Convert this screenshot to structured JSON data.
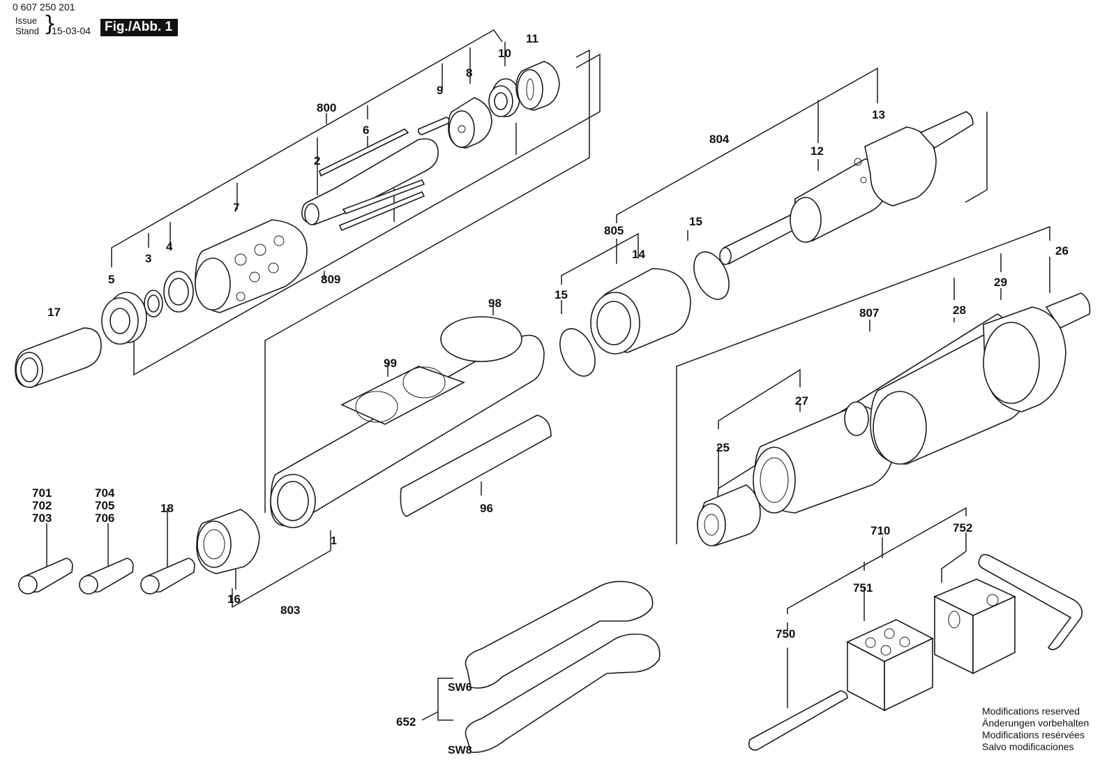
{
  "header": {
    "doc_number": "0 607 250 201",
    "issue_label": "Issue",
    "stand_label": "Stand",
    "date": "15-03-04",
    "figure_label": "Fig./Abb. 1"
  },
  "labels": {
    "p800": "800",
    "p9": "9",
    "p8": "8",
    "p10": "10",
    "p11": "11",
    "p6": "6",
    "p2": "2",
    "p7": "7",
    "p5": "5",
    "p3": "3",
    "p4": "4",
    "p17": "17",
    "p809": "809",
    "p98": "98",
    "p99": "99",
    "p96": "96",
    "p1": "1",
    "p803": "803",
    "p16": "16",
    "p18": "18",
    "p701": "701",
    "p702": "702",
    "p703": "703",
    "p704": "704",
    "p705": "705",
    "p706": "706",
    "p804": "804",
    "p12": "12",
    "p13": "13",
    "p805": "805",
    "p14": "14",
    "p15a": "15",
    "p15b": "15",
    "p807": "807",
    "p26": "26",
    "p29": "29",
    "p28": "28",
    "p27": "27",
    "p25": "25",
    "p710": "710",
    "p752": "752",
    "p751": "751",
    "p750": "750",
    "p652": "652",
    "sw6": "SW6",
    "sw8": "SW8"
  },
  "notes": [
    "Modifications reserved",
    "Änderungen vorbehalten",
    "Modifications resérvées",
    "Salvo modificaciones"
  ]
}
